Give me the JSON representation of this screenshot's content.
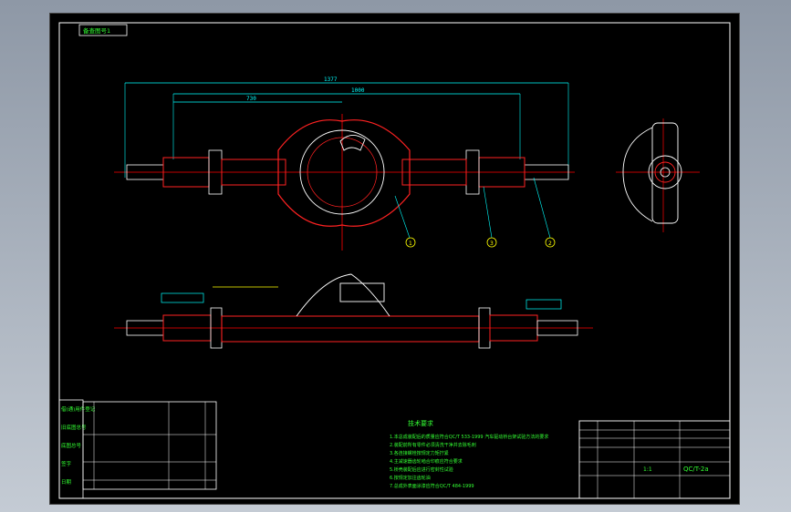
{
  "drawing": {
    "stamp_label": "备查图号1",
    "balloons": [
      "1",
      "3",
      "2"
    ],
    "overall_dim": "1377",
    "track_dim": "1000",
    "inner_dim": "730"
  },
  "notes": {
    "title": "技术要求",
    "items": [
      "1.本总成装配后的质量应符合QC/T 533-1999 汽车驱动桥台架试验方法的要求",
      "2.装配前所有零件必须清洗干净并去除毛刺",
      "3.各连接螺栓按规定力矩拧紧",
      "4.主减速器齿轮啮合印痕应符合要求",
      "5.桥壳装配后应进行密封性试验",
      "6.按规定加注齿轮油",
      "7.总成外表面涂漆应符合QC/T 484-1999"
    ]
  },
  "side_labels": [
    "借(通)用件登记",
    "旧底图总号",
    "底图总号",
    "签字",
    "日期"
  ],
  "title_block": {
    "drawing_no": "QC/T-2a",
    "scale": "1:1"
  },
  "colors": {
    "frame": "#ffffff",
    "body": "#ff2222",
    "center": "#ff0000",
    "dimension": "#00ffff",
    "text": "#33ff33"
  }
}
